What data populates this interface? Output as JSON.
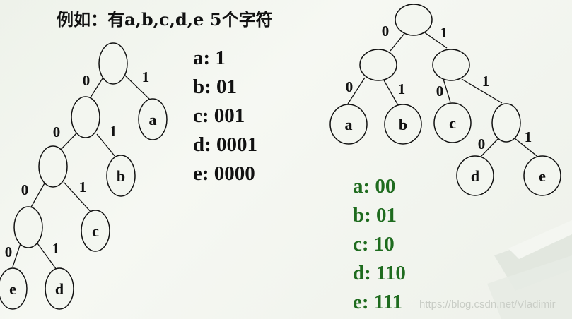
{
  "title": "例如：有a,b,c,d,e 5个字符",
  "left_tree": {
    "leaves": [
      "a",
      "b",
      "c",
      "e",
      "d"
    ],
    "edge_labels": [
      "0",
      "1",
      "0",
      "1",
      "0",
      "1",
      "0",
      "1"
    ]
  },
  "right_tree": {
    "leaves": [
      "a",
      "b",
      "c",
      "d",
      "e"
    ],
    "edge_labels": [
      "0",
      "1",
      "0",
      "1",
      "0",
      "1",
      "0",
      "1"
    ]
  },
  "codes_left": [
    "a: 1",
    "b: 01",
    "c: 001",
    "d: 0001",
    "e: 0000"
  ],
  "codes_right": [
    "a: 00",
    "b: 01",
    "c: 10",
    "d: 110",
    "e: 111"
  ],
  "colors": {
    "text": "#111111",
    "green": "#1e6b1e",
    "background": "#eef2ea"
  },
  "watermark": "https://blog.csdn.net/Vladimir"
}
